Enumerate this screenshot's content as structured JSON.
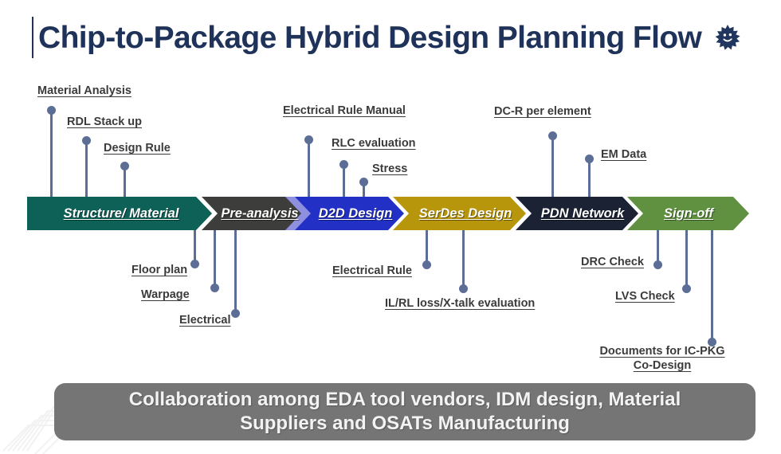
{
  "title": {
    "text": "Chip-to-Package Hybrid Design Planning Flow",
    "icon": "sun-smiley-icon",
    "color": "#1f3259"
  },
  "flow": {
    "stages": [
      {
        "label": "Structure/ Material",
        "color": "#0e6157"
      },
      {
        "label": "Pre-analysis",
        "color": "#3d3d3b"
      },
      {
        "label": "D2D Design",
        "color": "#2230c6",
        "accent": "#8f8fe0"
      },
      {
        "label": "SerDes Design",
        "color": "#b8960c"
      },
      {
        "label": "PDN Network",
        "color": "#1a2233"
      },
      {
        "label": "Sign-off",
        "color": "#5f9140"
      }
    ]
  },
  "callouts": {
    "above": [
      {
        "text": "Material Analysis",
        "stage": "Structure/ Material"
      },
      {
        "text": "RDL Stack up",
        "stage": "Structure/ Material"
      },
      {
        "text": "Design Rule",
        "stage": "Structure/ Material"
      },
      {
        "text": "Electrical Rule Manual",
        "stage": "D2D Design"
      },
      {
        "text": "RLC evaluation",
        "stage": "D2D Design"
      },
      {
        "text": "Stress",
        "stage": "D2D Design"
      },
      {
        "text": "DC-R per element",
        "stage": "PDN Network"
      },
      {
        "text": "EM Data",
        "stage": "PDN Network"
      }
    ],
    "below": [
      {
        "text": "Floor plan",
        "stage": "Pre-analysis"
      },
      {
        "text": "Warpage",
        "stage": "Pre-analysis"
      },
      {
        "text": "Electrical",
        "stage": "Pre-analysis"
      },
      {
        "text": "Electrical Rule",
        "stage": "SerDes Design"
      },
      {
        "text": "IL/RL loss/X-talk evaluation",
        "stage": "SerDes Design"
      },
      {
        "text": "DRC Check",
        "stage": "Sign-off"
      },
      {
        "text": "LVS Check",
        "stage": "Sign-off"
      },
      {
        "text": "Documents for IC-PKG",
        "text2": "Co-Design",
        "stage": "Sign-off"
      }
    ]
  },
  "banner": {
    "line1": "Collaboration among EDA tool vendors, IDM design, Material",
    "line2": "Suppliers and OSATs Manufacturing",
    "color": "#757575"
  }
}
